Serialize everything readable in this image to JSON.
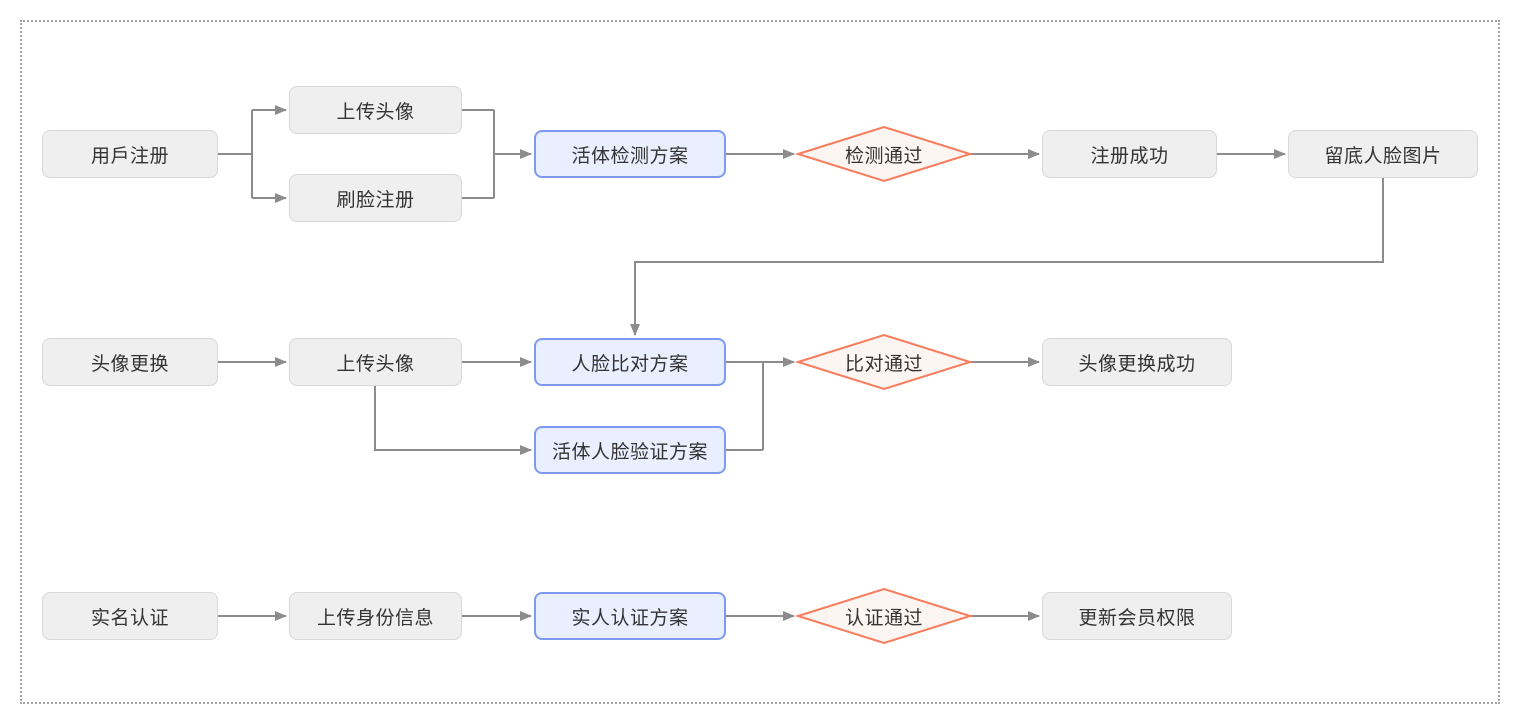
{
  "colors": {
    "background": "#ffffff",
    "canvas_border": "#a3a3a3",
    "step_fill": "#efefef",
    "step_border": "#d8d8d8",
    "solution_fill": "#e9efff",
    "solution_border": "#7e9af0",
    "decision_fill": "#fdf5f2",
    "decision_border": "#f97d5c",
    "connector": "#8c8c8c",
    "text": "#333333"
  },
  "nodes": {
    "user_register": "用戶注册",
    "upload_avatar_1": "上传头像",
    "face_register": "刷脸注册",
    "liveness_detection_solution": "活体检测方案",
    "detection_passed": "检测通过",
    "register_success": "注册成功",
    "saved_face_image": "留底人脸图片",
    "avatar_change": "头像更换",
    "upload_avatar_2": "上传头像",
    "face_compare_solution": "人脸比对方案",
    "liveness_face_verification_solution": "活体人脸验证方案",
    "compare_passed": "比对通过",
    "avatar_change_success": "头像更换成功",
    "realname_auth": "实名认证",
    "upload_identity_info": "上传身份信息",
    "real_person_auth_solution": "实人认证方案",
    "auth_passed": "认证通过",
    "update_member_rights": "更新会员权限"
  },
  "edges": [
    {
      "from": "user_register",
      "to": "upload_avatar_1"
    },
    {
      "from": "user_register",
      "to": "face_register"
    },
    {
      "from": "upload_avatar_1",
      "to": "liveness_detection_solution"
    },
    {
      "from": "face_register",
      "to": "liveness_detection_solution"
    },
    {
      "from": "liveness_detection_solution",
      "to": "detection_passed"
    },
    {
      "from": "detection_passed",
      "to": "register_success"
    },
    {
      "from": "register_success",
      "to": "saved_face_image"
    },
    {
      "from": "saved_face_image",
      "to": "face_compare_solution"
    },
    {
      "from": "avatar_change",
      "to": "upload_avatar_2"
    },
    {
      "from": "upload_avatar_2",
      "to": "face_compare_solution"
    },
    {
      "from": "upload_avatar_2",
      "to": "liveness_face_verification_solution"
    },
    {
      "from": "face_compare_solution",
      "to": "compare_passed"
    },
    {
      "from": "liveness_face_verification_solution",
      "to": "compare_passed"
    },
    {
      "from": "compare_passed",
      "to": "avatar_change_success"
    },
    {
      "from": "realname_auth",
      "to": "upload_identity_info"
    },
    {
      "from": "upload_identity_info",
      "to": "real_person_auth_solution"
    },
    {
      "from": "real_person_auth_solution",
      "to": "auth_passed"
    },
    {
      "from": "auth_passed",
      "to": "update_member_rights"
    }
  ]
}
